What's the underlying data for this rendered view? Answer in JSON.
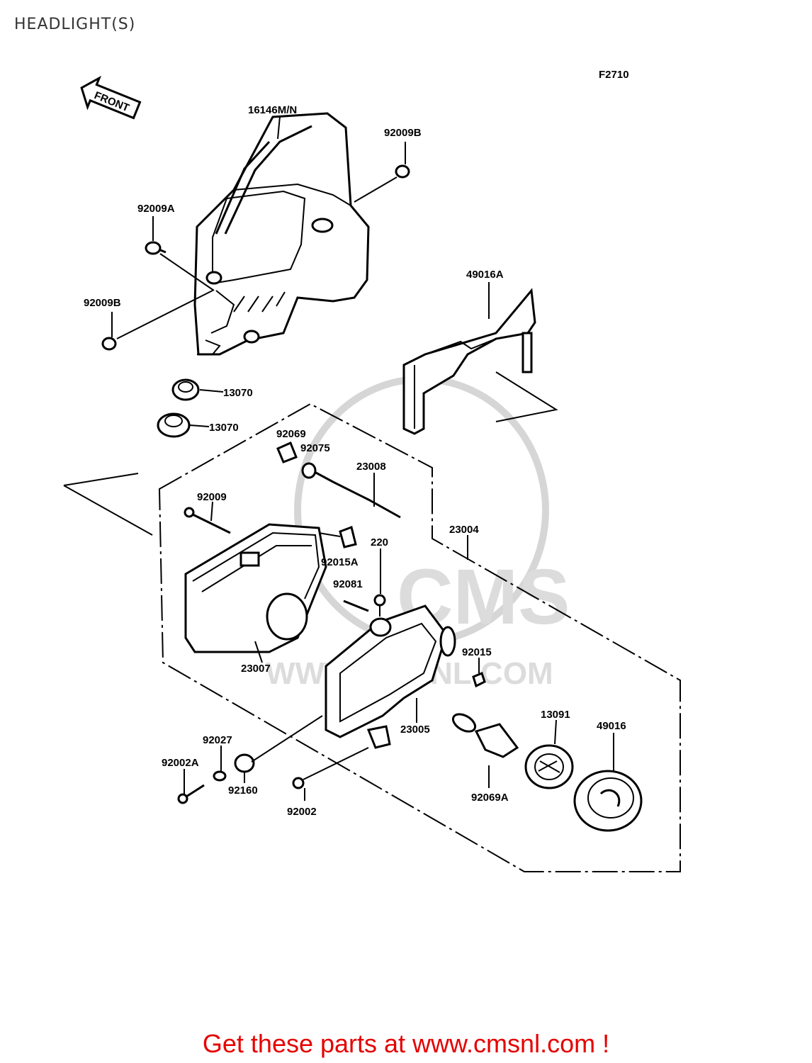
{
  "page": {
    "title": "HEADLIGHT(S)"
  },
  "figure_code": "F2710",
  "front_arrow": "FRONT",
  "watermark": {
    "brand": "CMS",
    "url": "WWW.CMSNL.COM",
    "color": "#d6d6d6"
  },
  "parts": [
    {
      "id": "16146M/N"
    },
    {
      "id": "92009B"
    },
    {
      "id": "92009A"
    },
    {
      "id": "92009B"
    },
    {
      "id": "49016A"
    },
    {
      "id": "13070"
    },
    {
      "id": "13070"
    },
    {
      "id": "92069"
    },
    {
      "id": "92075"
    },
    {
      "id": "23008"
    },
    {
      "id": "92009"
    },
    {
      "id": "23004"
    },
    {
      "id": "220"
    },
    {
      "id": "92015A"
    },
    {
      "id": "92081"
    },
    {
      "id": "92015"
    },
    {
      "id": "23007"
    },
    {
      "id": "13091"
    },
    {
      "id": "49016"
    },
    {
      "id": "23005"
    },
    {
      "id": "92027"
    },
    {
      "id": "92002A"
    },
    {
      "id": "92160"
    },
    {
      "id": "92002"
    },
    {
      "id": "92069A"
    }
  ],
  "footer": {
    "cta": "Get these parts at www.cmsnl.com !",
    "cta_color": "#e60000"
  }
}
